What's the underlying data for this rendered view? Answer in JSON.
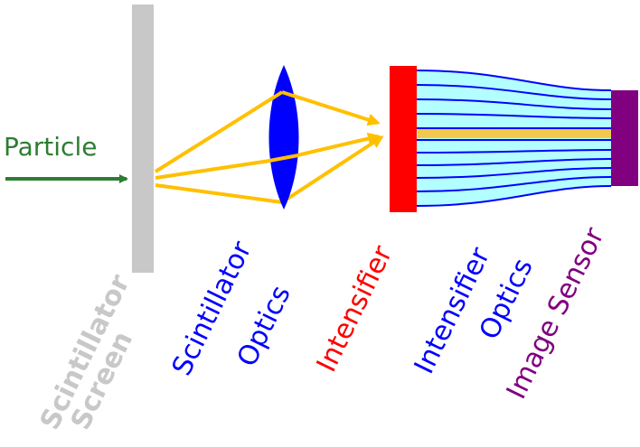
{
  "labels": {
    "particle": "Particle",
    "scintillator_screen_line1": "Scintillator",
    "scintillator_screen_line2": "Screen",
    "scintillator_optics_line1": "Scintillator",
    "scintillator_optics_line2": "Optics",
    "intensifier": "Intensifier",
    "intensifier_optics_line1": "Intensifier",
    "intensifier_optics_line2": "Optics",
    "image_sensor": "Image Sensor"
  },
  "colors": {
    "particle": "#2e7d32",
    "screen": "#c8c8c8",
    "screen_label": "#c8c8c8",
    "lens": "#0000ff",
    "optics_label": "#0000ff",
    "light_rays": "#ffc000",
    "intensifier": "#ff0000",
    "fiber_fill": "#b3ffff",
    "fiber_lines": "#0000ff",
    "sensor": "#800080"
  }
}
